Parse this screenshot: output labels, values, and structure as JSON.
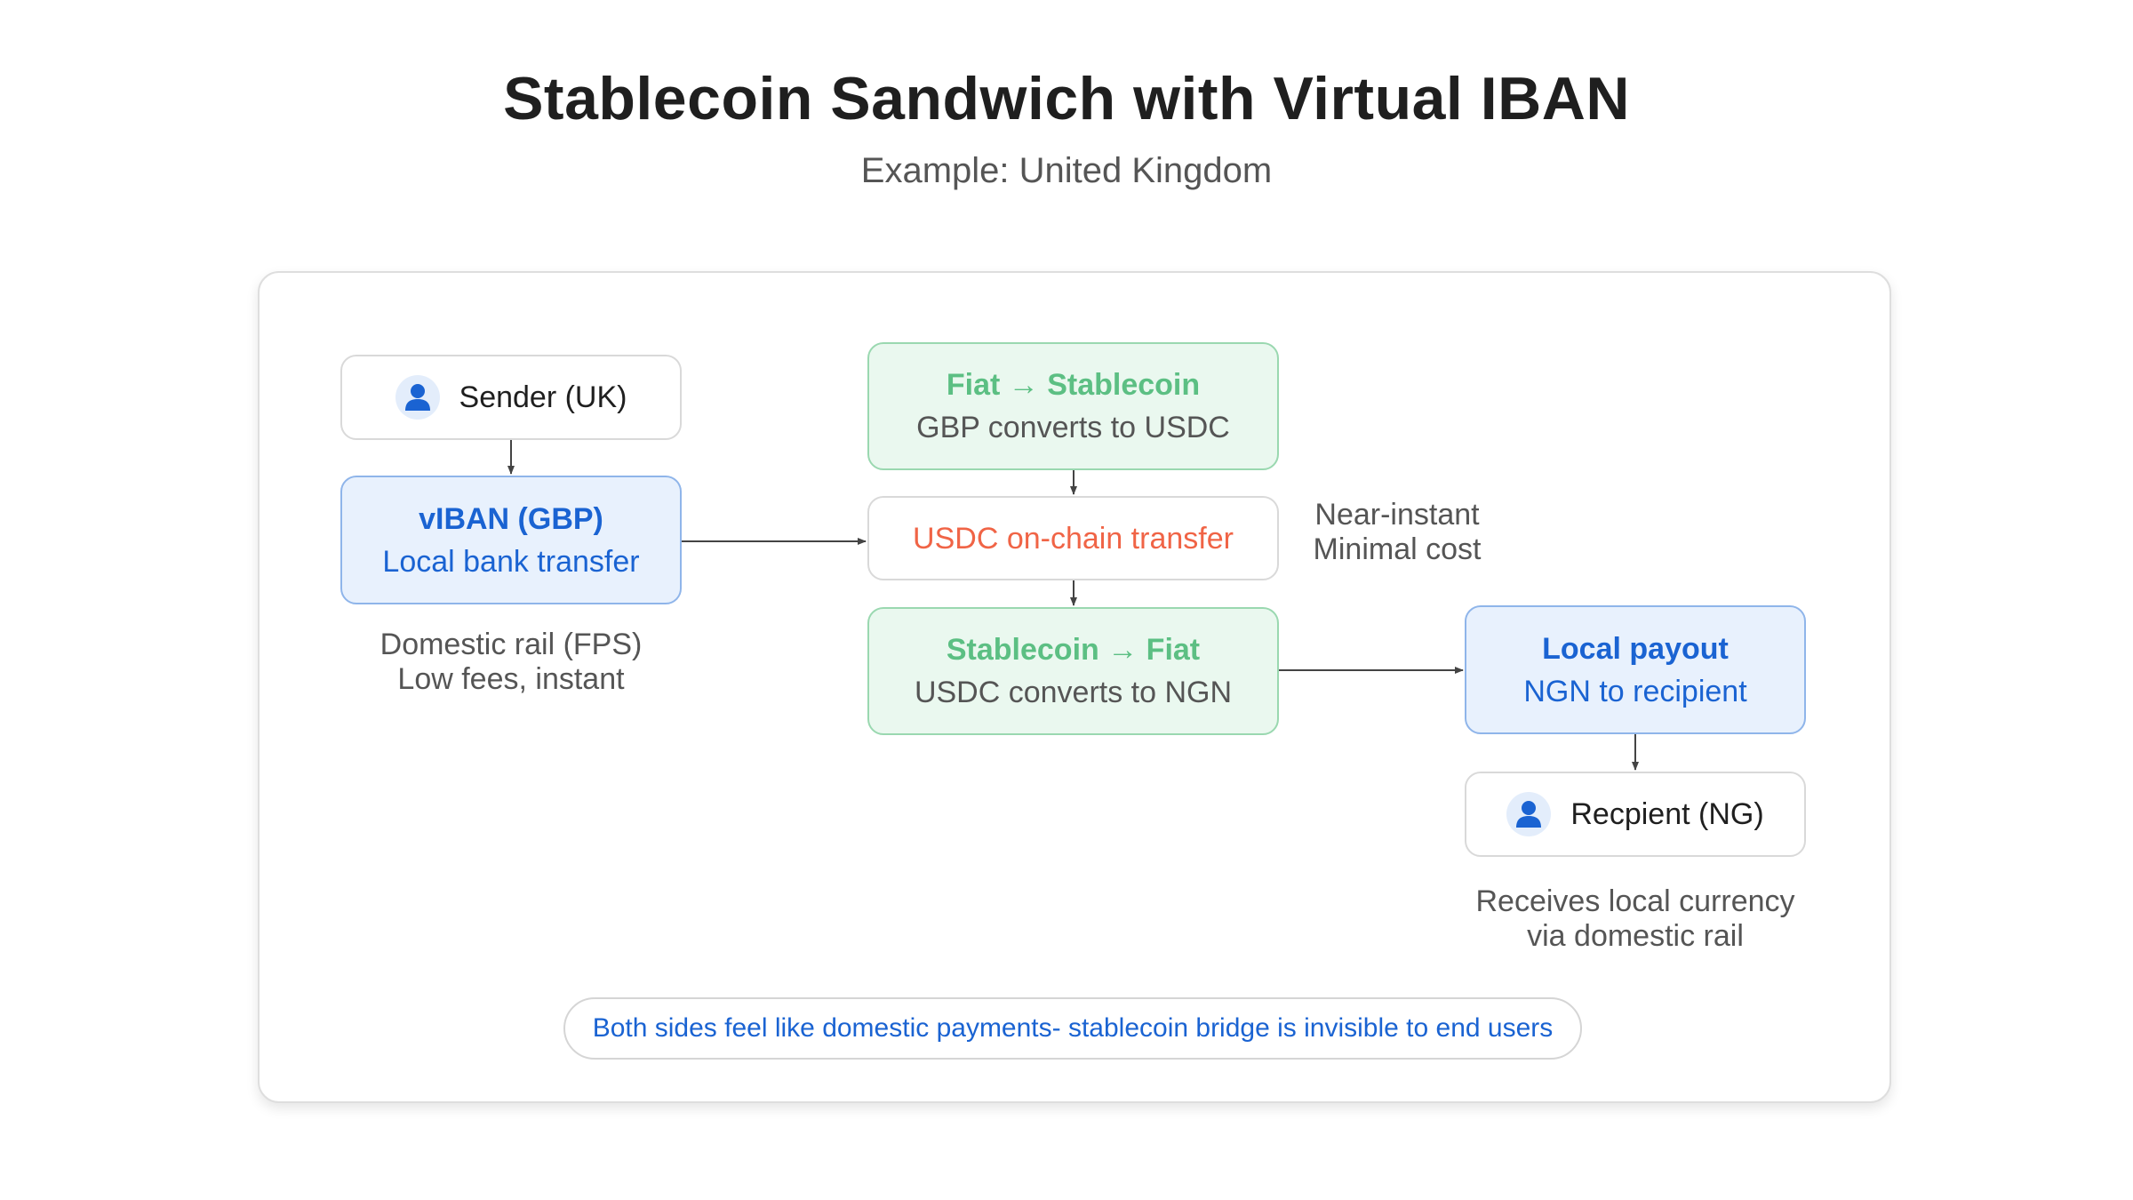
{
  "header": {
    "title": "Stablecoin Sandwich with Virtual IBAN",
    "subtitle": "Example: United Kingdom"
  },
  "nodes": {
    "sender": {
      "label": "Sender (UK)",
      "icon": "person-icon"
    },
    "viban": {
      "title": "vIBAN (GBP)",
      "subtitle": "Local bank transfer"
    },
    "fiat_to_stable": {
      "title": "Fiat → Stablecoin",
      "subtitle": "GBP converts to USDC"
    },
    "onchain": {
      "title": "USDC on-chain transfer"
    },
    "stable_to_fiat": {
      "title": "Stablecoin → Fiat",
      "subtitle": "USDC converts to NGN"
    },
    "payout": {
      "title": "Local payout",
      "subtitle": "NGN to recipient"
    },
    "recipient": {
      "label": "Recpient (NG)",
      "icon": "person-icon"
    }
  },
  "notes": {
    "domestic": {
      "line1": "Domestic rail (FPS)",
      "line2": "Low fees, instant"
    },
    "onchain": {
      "line1": "Near-instant",
      "line2": "Minimal cost"
    },
    "receives": {
      "line1": "Receives local currency",
      "line2": "via domestic rail"
    }
  },
  "banner": "Both sides feel like domestic payments- stablecoin bridge is invisible to end users",
  "colors": {
    "accent_blue": "#1a63d2",
    "accent_green": "#5cbf83",
    "accent_red": "#f06446",
    "blue_fill": "#e8f1fd",
    "green_fill": "#eaf8ef"
  }
}
